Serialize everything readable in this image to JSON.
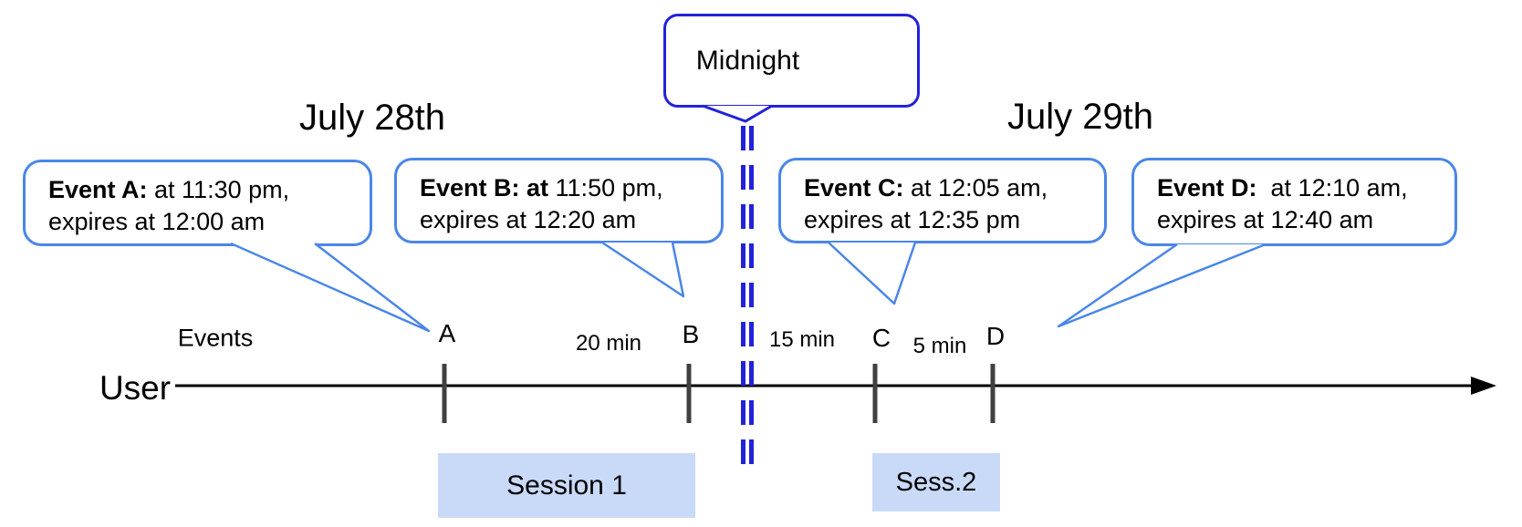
{
  "titles": {
    "left": "July 28th",
    "right": "July 29th"
  },
  "midnight": {
    "label": "Midnight"
  },
  "event_bubbles": [
    {
      "id": "A",
      "bold": "Event A:",
      "line1": " at 11:30 pm,",
      "line2": "expires at 12:00 am"
    },
    {
      "id": "B",
      "bold": "Event B: at",
      "line1": " 11:50 pm,",
      "line2": "expires at 12:20 am"
    },
    {
      "id": "C",
      "bold": "Event C:",
      "line1": " at 12:05 am,",
      "line2": "expires at 12:35 pm"
    },
    {
      "id": "D",
      "bold": "Event D:",
      "line1": "  at 12:10 am,",
      "line2": "expires at 12:40 am"
    }
  ],
  "timeline": {
    "events_label": "Events",
    "axis_label": "User",
    "ticks": [
      "A",
      "B",
      "C",
      "D"
    ],
    "gaps": [
      "20 min",
      "15 min",
      "5 min"
    ]
  },
  "sessions": [
    {
      "label": "Session 1"
    },
    {
      "label": "Sess.2"
    }
  ],
  "colors": {
    "bubble_border": "#4a86e8",
    "deep_blue": "#2222d9",
    "session_fill": "#c9daf8",
    "tick": "#404040"
  }
}
